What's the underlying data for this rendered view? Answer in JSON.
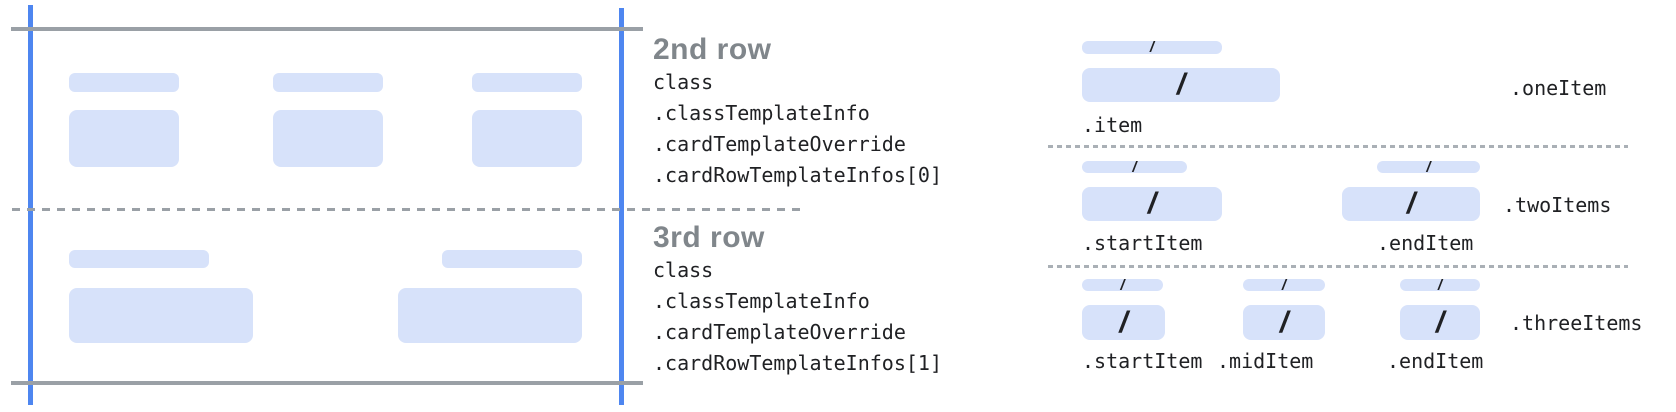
{
  "colors": {
    "bar_fill": "#d7e2fa",
    "guide_blue": "#4e86f0",
    "guide_gray": "#9aa0a6",
    "heading_text": "#80868b",
    "code_text": "#202124"
  },
  "middle_labels": [
    {
      "heading": "2nd row",
      "lines": [
        "class",
        ".classTemplateInfo",
        ".cardTemplateOverride",
        ".cardRowTemplateInfos[0]"
      ]
    },
    {
      "heading": "3rd row",
      "lines": [
        "class",
        ".classTemplateInfo",
        ".cardTemplateOverride",
        ".cardRowTemplateInfos[1]"
      ]
    }
  ],
  "right_diagram": {
    "slash": "/",
    "rows": [
      {
        "template": ".oneItem",
        "items": [
          ".item"
        ]
      },
      {
        "template": ".twoItems",
        "items": [
          ".startItem",
          ".endItem"
        ]
      },
      {
        "template": ".threeItems",
        "items": [
          ".startItem",
          ".midItem",
          ".endItem"
        ]
      }
    ]
  }
}
